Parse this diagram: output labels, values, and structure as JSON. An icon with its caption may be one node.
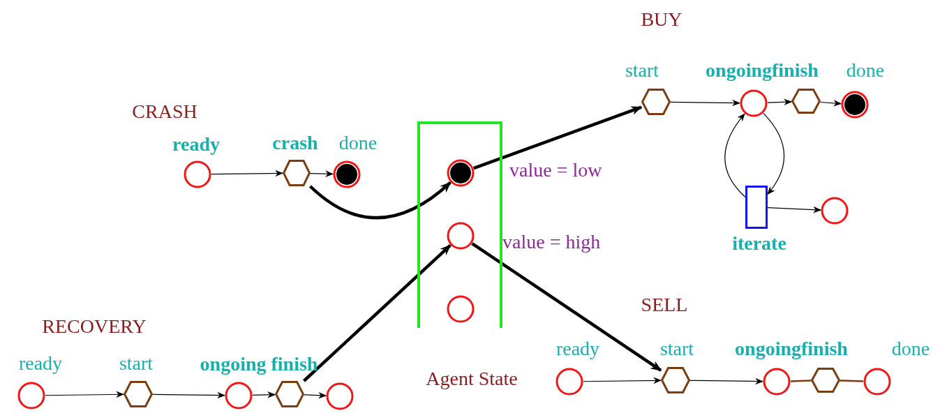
{
  "diagram": {
    "nodes": [
      {
        "text": [],
        "shape": "box"
      },
      {
        "text": [],
        "shape": "circle",
        "beside": [
          "ready"
        ]
      },
      {
        "text": [],
        "shape": "hexagon",
        "beside": [
          "crash"
        ]
      },
      {
        "text": [],
        "shape": "circle",
        "beside": [
          "done"
        ]
      },
      {
        "text": [],
        "shape": "circle",
        "in": 0,
        "beside": [
          "value = low"
        ]
      },
      {
        "text": [],
        "shape": "circle",
        "in": 0,
        "beside": [
          "value = high"
        ]
      },
      {
        "text": [],
        "shape": "circle",
        "in": 0
      },
      {
        "text": [],
        "shape": "hexagon",
        "beside": [
          "start"
        ]
      },
      {
        "text": [],
        "shape": "circle",
        "beside": [
          "ongoingfinish"
        ]
      },
      {
        "text": [],
        "shape": "hexagon"
      },
      {
        "text": [],
        "shape": "circle",
        "beside": [
          "done"
        ]
      },
      {
        "text": [],
        "shape": "box",
        "beside": [
          "iterate"
        ]
      },
      {
        "text": [],
        "shape": "circle"
      },
      {
        "text": [],
        "shape": "circle",
        "beside": [
          "ready"
        ]
      },
      {
        "text": [],
        "shape": "hexagon",
        "beside": [
          "start"
        ]
      },
      {
        "text": [],
        "shape": "circle",
        "beside": [
          "ongoing finish"
        ]
      },
      {
        "text": [],
        "shape": "hexagon"
      },
      {
        "text": [],
        "shape": "circle"
      },
      {
        "text": [],
        "shape": "circle",
        "beside": [
          "ready"
        ]
      },
      {
        "text": [],
        "shape": "hexagon",
        "beside": [
          "start"
        ]
      },
      {
        "text": [],
        "shape": "circle",
        "beside": [
          "ongoingfinish"
        ]
      },
      {
        "text": [],
        "shape": "hexagon"
      },
      {
        "text": [],
        "shape": "circle",
        "beside": [
          "done"
        ]
      }
    ],
    "edges": [
      {
        "from": 1,
        "to": 2,
        "arrow": "to"
      },
      {
        "from": 2,
        "to": 3,
        "arrow": "to"
      },
      {
        "from": 2,
        "to": 4,
        "arrow": "to",
        "style": "thick"
      },
      {
        "from": 4,
        "to": 7,
        "arrow": "to",
        "style": "thick"
      },
      {
        "from": 7,
        "to": 8,
        "arrow": "to"
      },
      {
        "from": 8,
        "to": 9,
        "arrow": "to"
      },
      {
        "from": 9,
        "to": 10,
        "arrow": "to"
      },
      {
        "from": 11,
        "to": 8,
        "arrow": "to"
      },
      {
        "from": 8,
        "to": 11,
        "arrow": "to"
      },
      {
        "from": 11,
        "to": 12,
        "arrow": "to"
      },
      {
        "from": 13,
        "to": 14,
        "arrow": "to"
      },
      {
        "from": 14,
        "to": 15,
        "arrow": "to"
      },
      {
        "from": 15,
        "to": 16,
        "arrow": "to"
      },
      {
        "from": 16,
        "to": 17,
        "arrow": "to"
      },
      {
        "from": 16,
        "to": 5,
        "arrow": "to",
        "style": "thick"
      },
      {
        "from": 5,
        "to": 19,
        "arrow": "to",
        "style": "thick"
      },
      {
        "from": 18,
        "to": 19,
        "arrow": "to"
      },
      {
        "from": 19,
        "to": 20,
        "arrow": "to"
      },
      {
        "from": 20,
        "to": 21,
        "arrow": "none",
        "color": "#7a3c10"
      },
      {
        "from": 21,
        "to": 22,
        "arrow": "none",
        "color": "#7a3c10"
      }
    ],
    "labels": [
      "BUY",
      "CRASH",
      "SELL",
      "RECOVERY",
      "Agent State"
    ]
  }
}
